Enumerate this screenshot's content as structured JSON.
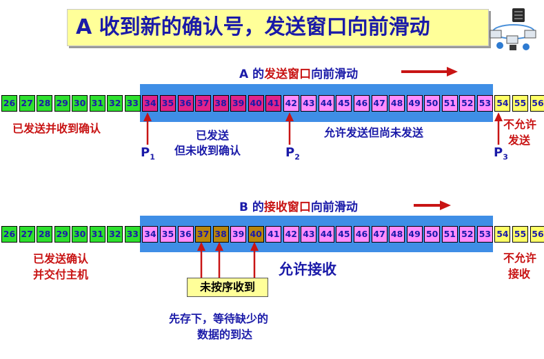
{
  "title": "A 收到新的确认号，发送窗口向前滑动",
  "colors": {
    "title_bg": "#ffff99",
    "title_text": "#1a1aa8",
    "window_bg": "#3f8ee6",
    "acked": "#2ee02e",
    "sent_unacked": "#e0228a",
    "allowed": "#ff8cff",
    "not_allowed": "#ffff66",
    "out_of_order": "#b8860b",
    "arrow_red": "#c81414"
  },
  "sender": {
    "heading_prefix": "A 的",
    "heading_highlight": "发送窗口",
    "heading_suffix": "向前滑动",
    "sequence": [
      "26",
      "27",
      "28",
      "29",
      "30",
      "31",
      "32",
      "33",
      "34",
      "35",
      "36",
      "37",
      "38",
      "39",
      "40",
      "41",
      "42",
      "43",
      "44",
      "45",
      "46",
      "47",
      "48",
      "49",
      "50",
      "51",
      "52",
      "53",
      "54",
      "55",
      "56"
    ],
    "states": [
      "ack",
      "ack",
      "ack",
      "ack",
      "ack",
      "ack",
      "ack",
      "ack",
      "sent",
      "sent",
      "sent",
      "sent",
      "sent",
      "sent",
      "sent",
      "sent",
      "win",
      "win",
      "win",
      "win",
      "win",
      "win",
      "win",
      "win",
      "win",
      "win",
      "win",
      "win",
      "out",
      "out",
      "out"
    ],
    "label_acked": "已发送并收到确认",
    "label_sent_line1": "已发送",
    "label_sent_line2": "但未收到确认",
    "label_allowed": "允许发送但尚未发送",
    "label_not_allowed_line1": "不允许",
    "label_not_allowed_line2": "发送",
    "pointers": {
      "p1": "P",
      "p1_sub": "1",
      "p2": "P",
      "p2_sub": "2",
      "p3": "P",
      "p3_sub": "3"
    }
  },
  "receiver": {
    "heading_prefix": "B 的",
    "heading_highlight": "接收窗口",
    "heading_suffix": "向前滑动",
    "sequence": [
      "26",
      "27",
      "28",
      "29",
      "30",
      "31",
      "32",
      "33",
      "34",
      "35",
      "36",
      "37",
      "38",
      "39",
      "40",
      "41",
      "42",
      "43",
      "44",
      "45",
      "46",
      "47",
      "48",
      "49",
      "50",
      "51",
      "52",
      "53",
      "54",
      "55",
      "56"
    ],
    "states": [
      "ack",
      "ack",
      "ack",
      "ack",
      "ack",
      "ack",
      "ack",
      "ack",
      "win",
      "win",
      "win",
      "ooo",
      "ooo",
      "win",
      "ooo",
      "win",
      "win",
      "win",
      "win",
      "win",
      "win",
      "win",
      "win",
      "win",
      "win",
      "win",
      "win",
      "win",
      "out",
      "out",
      "out"
    ],
    "label_delivered_line1": "已发送确认",
    "label_delivered_line2": "并交付主机",
    "label_allowed": "允许接收",
    "label_not_allowed_line1": "不允许",
    "label_not_allowed_line2": "接收",
    "label_out_of_order": "未按序收到",
    "label_note_line1": "先存下，等待缺少的",
    "label_note_line2": "数据的到达"
  }
}
